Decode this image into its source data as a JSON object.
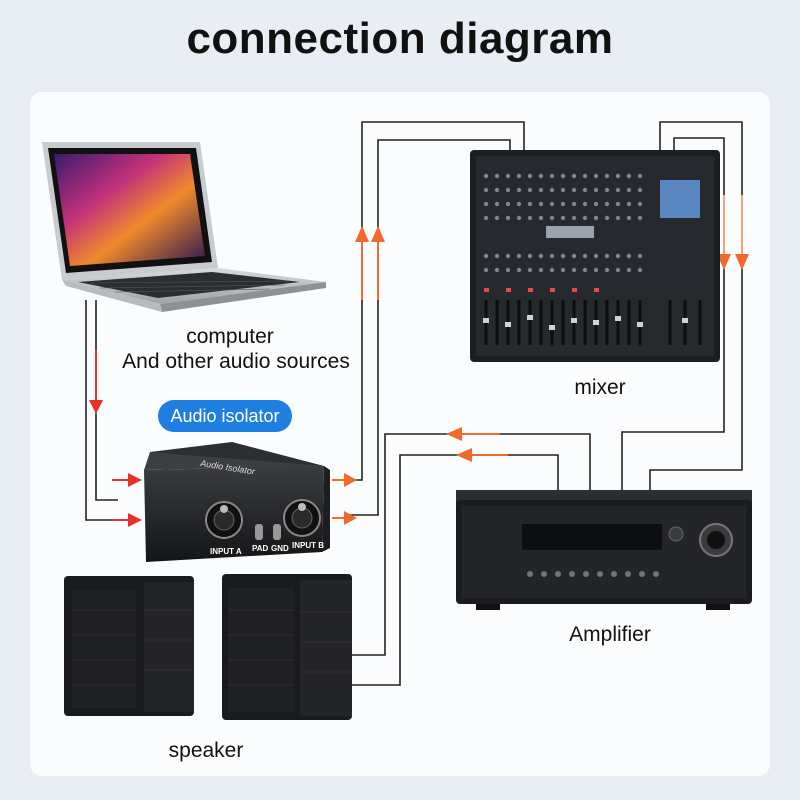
{
  "title": "connection diagram",
  "devices": {
    "computer": {
      "label_line1": "computer",
      "label_line2": "And other audio sources"
    },
    "isolator": {
      "badge": "Audio isolator",
      "input_a": "INPUT A",
      "pad": "PAD",
      "gnd": "GND",
      "input_b": "INPUT B",
      "brand_text": "Audio Isolator"
    },
    "mixer": {
      "label": "mixer"
    },
    "amplifier": {
      "label": "Amplifier"
    },
    "speaker": {
      "label": "speaker"
    }
  },
  "colors": {
    "arrow_red": "#e5322d",
    "arrow_orange": "#f26a2b",
    "arrow_light": "#f3a37f",
    "wire": "#222222",
    "badge": "#1f7fe0"
  }
}
